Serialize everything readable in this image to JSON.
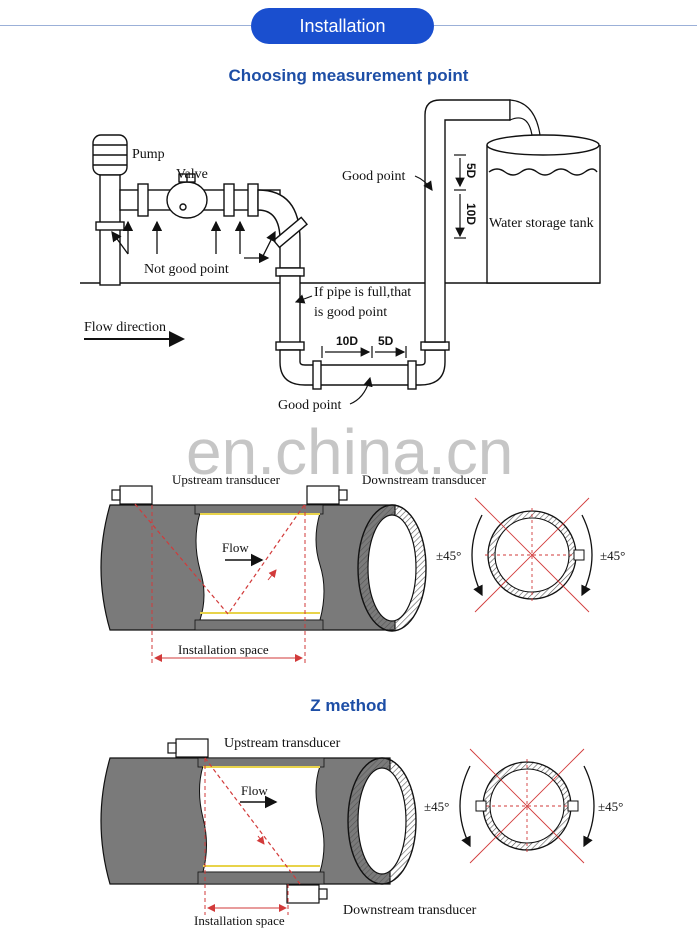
{
  "header": {
    "title": "Installation"
  },
  "section1": {
    "heading": "Choosing measurement point",
    "labels": {
      "pump": "Pump",
      "valve": "Valve",
      "not_good_point": "Not good point",
      "good_point_top": "Good point",
      "good_point_bottom": "Good point",
      "pipe_full_line1": "If pipe is full,that",
      "pipe_full_line2": "is good point",
      "flow_direction": "Flow direction",
      "tank": "Water storage tank",
      "dim_5d_vert": "5D",
      "dim_10d_vert": "10D",
      "dim_10d_horz": "10D",
      "dim_5d_horz": "5D"
    }
  },
  "watermark": "en.china.cn",
  "section2": {
    "labels": {
      "upstream": "Upstream transducer",
      "downstream": "Downstream transducer",
      "flow": "Flow",
      "installation_space": "Installation space",
      "angle_left": "±45°",
      "angle_right": "±45°"
    }
  },
  "section3": {
    "heading": "Z method",
    "labels": {
      "upstream": "Upstream transducer",
      "downstream": "Downstream transducer",
      "flow": "Flow",
      "installation_space": "Installation space",
      "angle_left": "±45°",
      "angle_right": "±45°"
    }
  },
  "colors": {
    "header_bg": "#1a4fcf",
    "heading": "#1d4ea6",
    "pipe_gray": "#7a7a7a",
    "beam_red": "#d23a3a",
    "liner_yellow": "#e8d34a"
  }
}
